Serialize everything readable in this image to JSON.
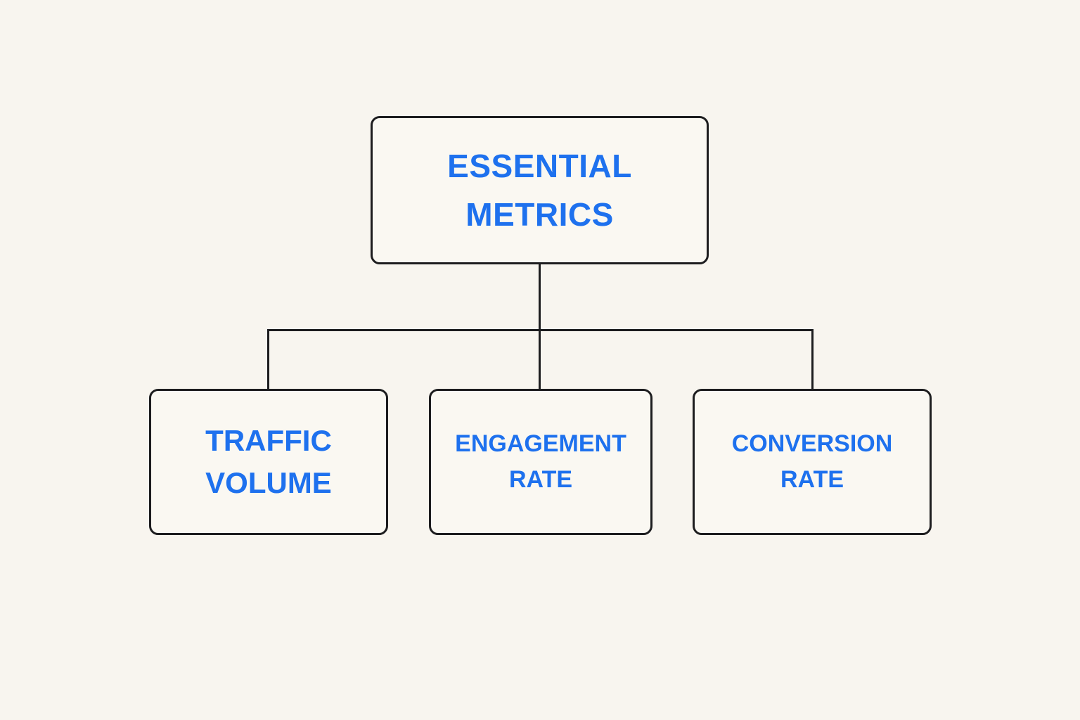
{
  "diagram": {
    "type": "hierarchy-flowchart",
    "root": {
      "label": "ESSENTIAL METRICS"
    },
    "children": [
      {
        "label": "TRAFFIC VOLUME"
      },
      {
        "label": "ENGAGEMENT RATE"
      },
      {
        "label": "CONVERSION RATE"
      }
    ],
    "colors": {
      "background": "#f8f5ef",
      "node_fill": "#faf8f2",
      "node_border": "#1d1d1f",
      "connector": "#1d1d1f",
      "label_text": "#1e71ee"
    }
  }
}
